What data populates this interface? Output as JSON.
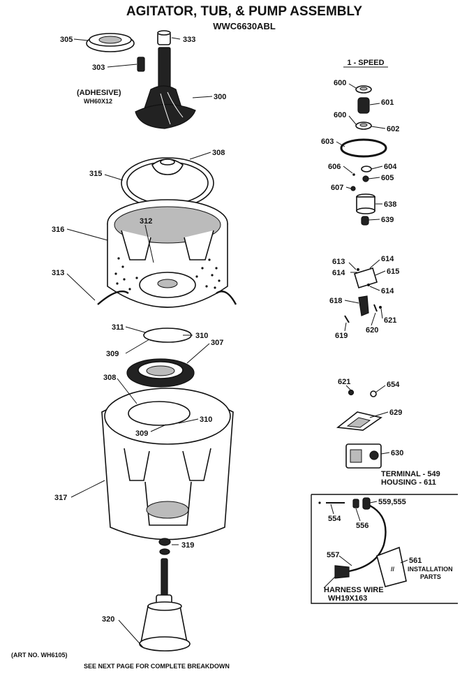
{
  "header": {
    "title": "AGITATOR, TUB, & PUMP ASSEMBLY",
    "model": "WWC6630ABL",
    "speed_heading": "1 - SPEED"
  },
  "callouts": {
    "p305": "305",
    "p333": "333",
    "p303": "303",
    "adhesive": "(ADHESIVE)",
    "adhesive_part": "WH60X12",
    "p300": "300",
    "p308a": "308",
    "p315": "315",
    "p316": "316",
    "p312": "312",
    "p313": "313",
    "p311": "311",
    "p310a": "310",
    "p309a": "309",
    "p307": "307",
    "p308b": "308",
    "p310b": "310",
    "p309b": "309",
    "p317": "317",
    "p319": "319",
    "p320": "320",
    "p600a": "600",
    "p601": "601",
    "p600b": "600",
    "p602": "602",
    "p603": "603",
    "p606": "606",
    "p604": "604",
    "p605": "605",
    "p607": "607",
    "p638": "638",
    "p639": "639",
    "p613": "613",
    "p614a": "614",
    "p614b": "614",
    "p615": "615",
    "p614c": "614",
    "p618": "618",
    "p621a": "621",
    "p620": "620",
    "p619": "619",
    "p621b": "621",
    "p654": "654",
    "p629": "629",
    "p630": "630",
    "terminal": "TERMINAL - 549",
    "housing": "HOUSING - 611",
    "p554": "554",
    "p556": "556",
    "p559": "559,555",
    "p557": "557",
    "p561": "561",
    "installation": "INSTALLATION",
    "parts": "PARTS",
    "harness": "HARNESS WIRE",
    "harness_part": "WH19X163"
  },
  "footer": {
    "art_no": "(ART NO. WH6105)",
    "see_next": "SEE NEXT PAGE FOR COMPLETE BREAKDOWN"
  }
}
